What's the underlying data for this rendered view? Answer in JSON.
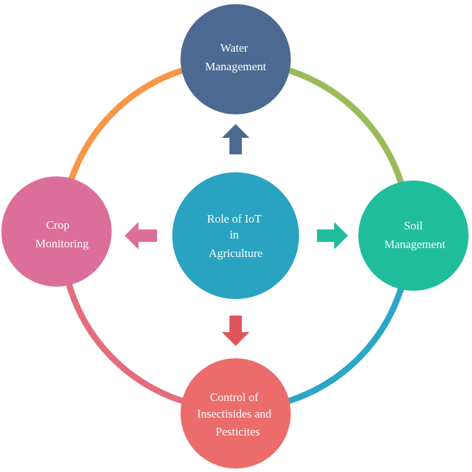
{
  "center": {
    "lines": [
      "Role of IoT",
      "in",
      "Agriculture"
    ],
    "color": "#2aa3c1"
  },
  "nodes": {
    "water": {
      "lines": [
        "Water",
        "Management"
      ],
      "color": "#4c6a91"
    },
    "soil": {
      "lines": [
        "Soil",
        "Management"
      ],
      "color": "#20bd9c"
    },
    "control": {
      "lines": [
        "Control of",
        "Insectisides and",
        "Pesticites"
      ],
      "color": "#ec6c6c"
    },
    "crop": {
      "lines": [
        "Crop",
        "Monitoring"
      ],
      "color": "#dc6e9a"
    }
  },
  "ring_colors": {
    "top_right": "#9bbb59",
    "bottom_right": "#2ba6c6",
    "bottom_left": "#e46c7c",
    "top_left": "#f79646"
  },
  "arrow_colors": {
    "up": "#4c6a91",
    "right": "#20bd9c",
    "down": "#e0555a",
    "left": "#dc6e9a"
  }
}
